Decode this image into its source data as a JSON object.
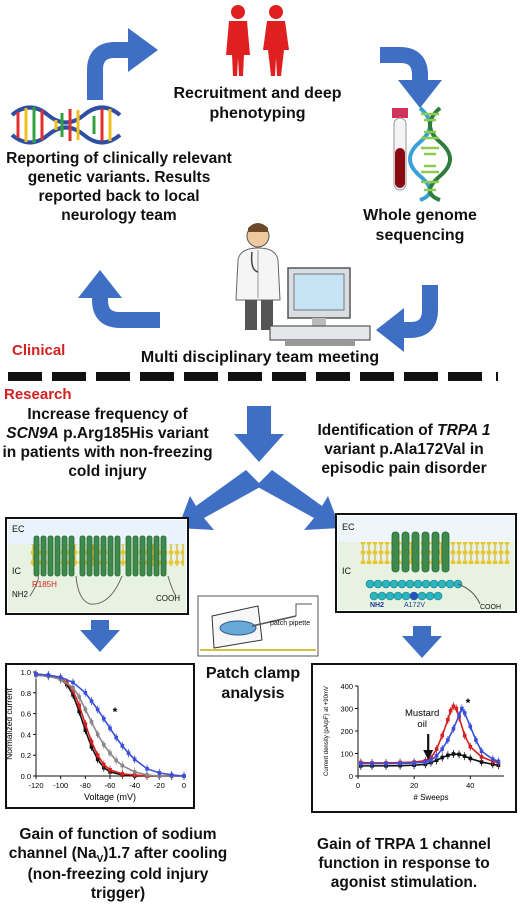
{
  "top": {
    "recruitment": "Recruitment and deep phenotyping",
    "sequencing": "Whole genome sequencing",
    "reporting": "Reporting of clinically relevant genetic variants. Results reported back to local neurology team"
  },
  "middle": {
    "clinical_label": "Clinical",
    "research_label": "Research",
    "mdt": "Multi disciplinary team meeting"
  },
  "left": {
    "finding_pre": "Increase frequency of ",
    "finding_gene": "SCN9A",
    "finding_post": " p.Arg185His variant in patients with non-freezing cold injury",
    "membrane": {
      "ec": "EC",
      "ic": "IC",
      "variant": "R185H",
      "nh2": "NH2",
      "cooh": "COOH"
    },
    "conclusion_pre": "Gain of function of sodium channel (Na",
    "conclusion_sub": "V",
    "conclusion_post": ")1.7 after cooling (non-freezing cold injury trigger)"
  },
  "right": {
    "finding_pre": "Identification of ",
    "finding_gene": "TRPA 1",
    "finding_post": " variant p.Ala172Val in episodic pain disorder",
    "membrane": {
      "ec": "EC",
      "ic": "IC",
      "variant": "A172V",
      "nh2": "NH2",
      "cooh": "COOH"
    },
    "conclusion": "Gain of TRPA 1 channel function in response to agonist stimulation."
  },
  "center": {
    "patch_label": "patch pipette",
    "patch_clamp": "Patch clamp analysis"
  },
  "colors": {
    "arrow": "#3f6fc4",
    "bar": "#111111",
    "membrane": "#2f7d3c",
    "lipid": "#e8c430"
  },
  "chart_data": [
    {
      "type": "line",
      "title": "",
      "xlabel": "Voltage (mV)",
      "ylabel": "Normalized current",
      "xlim": [
        -120,
        0
      ],
      "ylim": [
        0,
        1.0
      ],
      "xticks": [
        "-120",
        "-100",
        "-80",
        "-60",
        "-40",
        "-20",
        "0"
      ],
      "yticks": [
        "0.0",
        "0.2",
        "0.4",
        "0.6",
        "0.8",
        "1.0"
      ],
      "annotation": "*",
      "series": [
        {
          "color": "#111111",
          "x": [
            -120,
            -110,
            -100,
            -95,
            -90,
            -85,
            -80,
            -75,
            -70,
            -65,
            -60,
            -50,
            -40,
            -30,
            -20,
            -10,
            0
          ],
          "y": [
            0.97,
            0.96,
            0.93,
            0.88,
            0.78,
            0.62,
            0.44,
            0.28,
            0.16,
            0.08,
            0.04,
            0.01,
            0.0,
            0.0,
            0.0,
            0.0,
            0.0
          ]
        },
        {
          "color": "#d42020",
          "x": [
            -120,
            -110,
            -100,
            -95,
            -90,
            -85,
            -80,
            -75,
            -70,
            -65,
            -60,
            -50,
            -40,
            -30,
            -20,
            -10,
            0
          ],
          "y": [
            0.98,
            0.97,
            0.94,
            0.9,
            0.82,
            0.68,
            0.5,
            0.33,
            0.2,
            0.11,
            0.06,
            0.02,
            0.01,
            0.0,
            0.0,
            0.0,
            0.0
          ]
        },
        {
          "color": "#888888",
          "x": [
            -120,
            -110,
            -100,
            -90,
            -85,
            -80,
            -75,
            -70,
            -65,
            -60,
            -55,
            -50,
            -40,
            -30,
            -20,
            -10,
            0
          ],
          "y": [
            0.97,
            0.96,
            0.93,
            0.85,
            0.76,
            0.64,
            0.52,
            0.4,
            0.3,
            0.22,
            0.15,
            0.1,
            0.04,
            0.01,
            0.0,
            0.0,
            0.0
          ]
        },
        {
          "color": "#3a4fd8",
          "x": [
            -120,
            -110,
            -100,
            -90,
            -80,
            -75,
            -70,
            -65,
            -60,
            -55,
            -50,
            -45,
            -40,
            -30,
            -20,
            -10,
            0
          ],
          "y": [
            0.98,
            0.97,
            0.95,
            0.9,
            0.8,
            0.72,
            0.64,
            0.55,
            0.46,
            0.37,
            0.29,
            0.22,
            0.16,
            0.07,
            0.03,
            0.01,
            0.0
          ]
        }
      ]
    },
    {
      "type": "line",
      "title": "",
      "xlabel": "# Sweeps",
      "ylabel": "Current density (pA/pF) at +90mV",
      "xlim": [
        0,
        52
      ],
      "ylim": [
        0,
        400
      ],
      "xticks": [
        "0",
        "20",
        "40"
      ],
      "yticks": [
        "0",
        "100",
        "200",
        "300",
        "400"
      ],
      "annotation": "*",
      "event_label": "Mustard oil",
      "event_x": 25,
      "series": [
        {
          "color": "#111111",
          "x": [
            1,
            5,
            10,
            15,
            20,
            24,
            26,
            28,
            30,
            32,
            34,
            36,
            38,
            40,
            44,
            48,
            50
          ],
          "y": [
            45,
            45,
            45,
            46,
            48,
            52,
            60,
            70,
            82,
            92,
            98,
            96,
            88,
            78,
            62,
            52,
            48
          ]
        },
        {
          "color": "#d42020",
          "x": [
            1,
            5,
            10,
            15,
            20,
            24,
            26,
            28,
            30,
            32,
            33,
            34,
            35,
            36,
            38,
            40,
            44,
            48,
            50
          ],
          "y": [
            60,
            58,
            58,
            60,
            62,
            68,
            80,
            120,
            180,
            250,
            290,
            310,
            300,
            260,
            180,
            130,
            85,
            65,
            60
          ]
        },
        {
          "color": "#3a4fd8",
          "x": [
            1,
            5,
            10,
            15,
            20,
            24,
            26,
            28,
            30,
            32,
            34,
            36,
            37,
            38,
            40,
            42,
            44,
            48,
            50
          ],
          "y": [
            55,
            55,
            55,
            56,
            58,
            62,
            70,
            90,
            120,
            160,
            210,
            270,
            300,
            280,
            220,
            160,
            110,
            75,
            65
          ]
        }
      ]
    }
  ]
}
